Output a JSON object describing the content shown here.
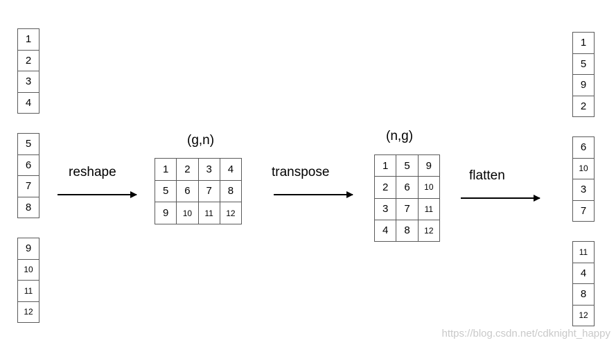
{
  "input_groups": [
    [
      "1",
      "2",
      "3",
      "4"
    ],
    [
      "5",
      "6",
      "7",
      "8"
    ],
    [
      "9",
      "10",
      "11",
      "12"
    ]
  ],
  "gn_label": "(g,n)",
  "gn_matrix": [
    [
      "1",
      "2",
      "3",
      "4"
    ],
    [
      "5",
      "6",
      "7",
      "8"
    ],
    [
      "9",
      "10",
      "11",
      "12"
    ]
  ],
  "ng_label": "(n,g)",
  "ng_matrix": [
    [
      "1",
      "5",
      "9"
    ],
    [
      "2",
      "6",
      "10"
    ],
    [
      "3",
      "7",
      "11"
    ],
    [
      "4",
      "8",
      "12"
    ]
  ],
  "output_groups": [
    [
      "1",
      "5",
      "9",
      "2"
    ],
    [
      "6",
      "10",
      "3",
      "7"
    ],
    [
      "11",
      "4",
      "8",
      "12"
    ]
  ],
  "steps": {
    "reshape": "reshape",
    "transpose": "transpose",
    "flatten": "flatten"
  },
  "watermark": "https://blog.csdn.net/cdknight_happy"
}
